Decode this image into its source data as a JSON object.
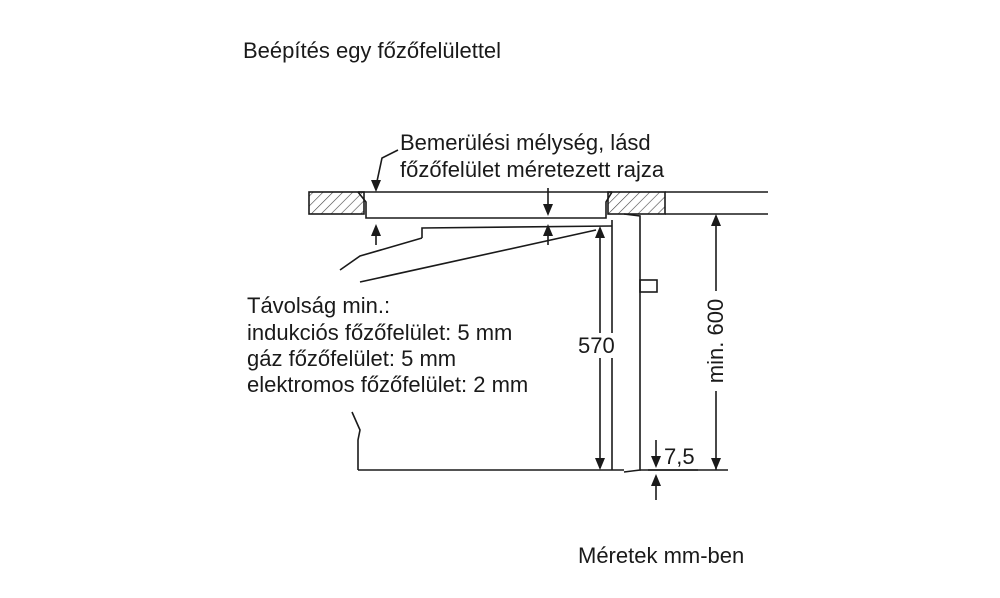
{
  "title": "Beépítés egy főzőfelülettel",
  "depth_note": {
    "line1": "Bemerülési mélység, lásd",
    "line2": "főzőfelület méretezett rajza"
  },
  "distance_note": {
    "heading": "Távolság min.:",
    "lines": [
      "indukciós főzőfelület: 5 mm",
      "gáz főzőfelület: 5 mm",
      "elektromos főzőfelület: 2 mm"
    ]
  },
  "dimensions": {
    "height_570": "570",
    "min_600": "min. 600",
    "gap_7_5": "7,5"
  },
  "units_note": "Méretek mm-ben"
}
